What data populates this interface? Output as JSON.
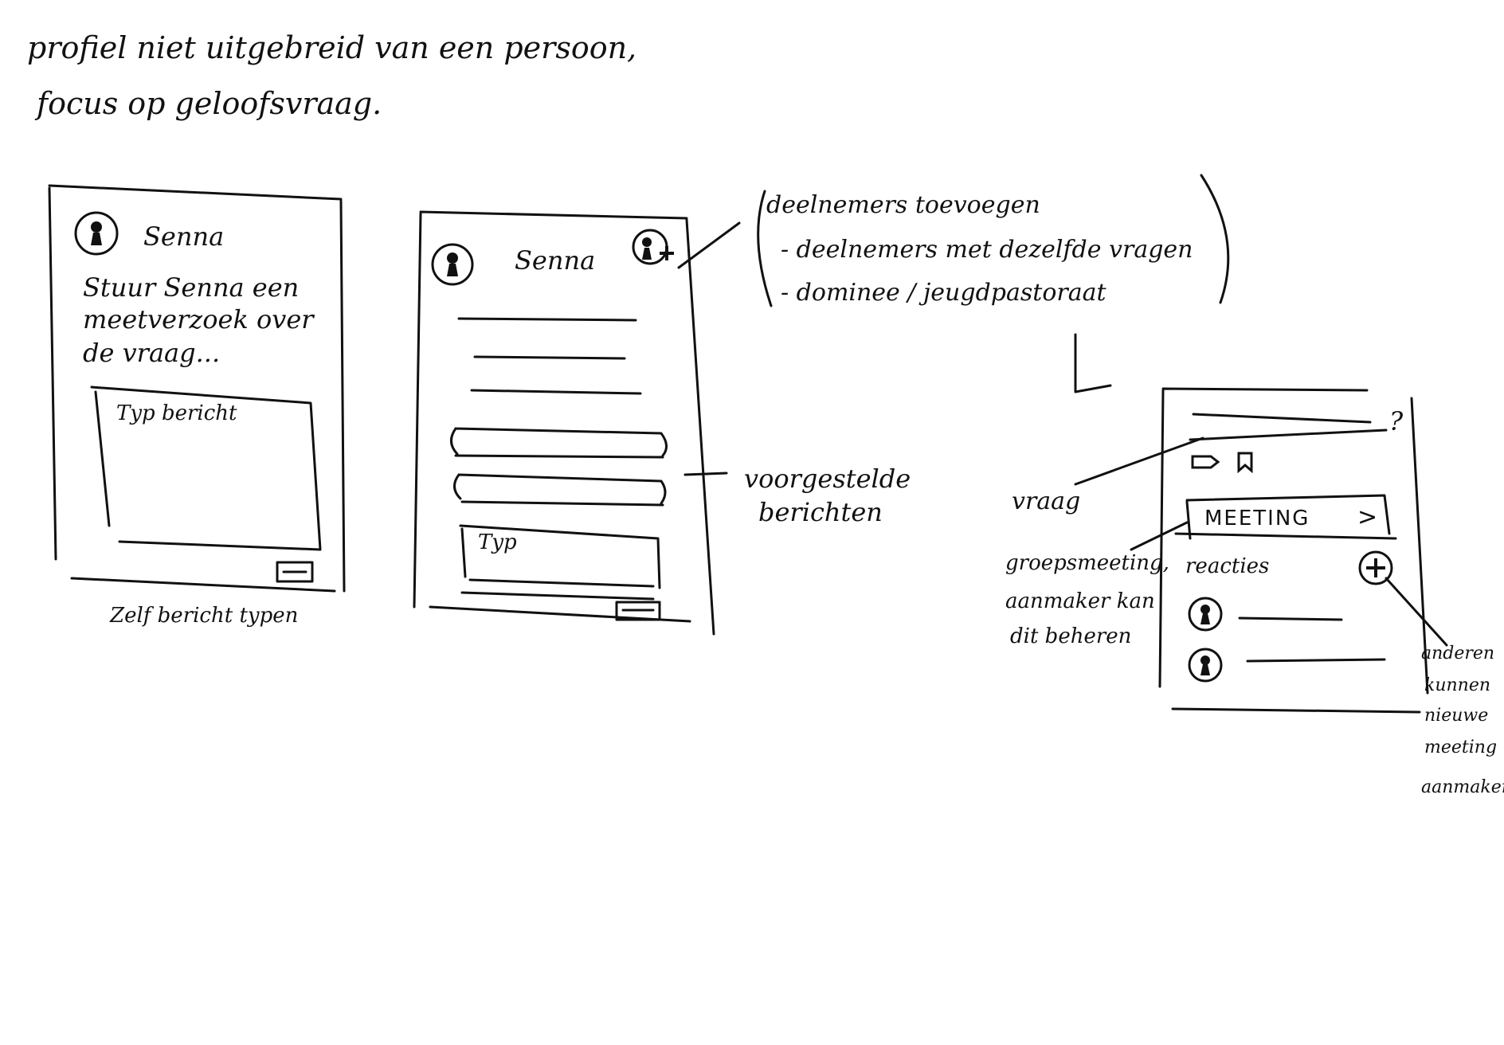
{
  "header": {
    "line1": "profiel niet uitgebreid van een persoon,",
    "line2": "focus op geloofsvraag."
  },
  "sketch1": {
    "name": "Senna",
    "prompt_line1": "Stuur Senna een",
    "prompt_line2": "meetverzoek over",
    "prompt_line3": "de vraag...",
    "input_placeholder": "Typ bericht",
    "caption": "Zelf bericht typen"
  },
  "sketch2": {
    "name": "Senna",
    "input_placeholder": "Typ",
    "note_suggested_line1": "voorgestelde",
    "note_suggested_line2": "berichten"
  },
  "participants_note": {
    "title": "deelnemers toevoegen",
    "item1": "- deelnemers met dezelfde vragen",
    "item2": "- dominee / jeugdpastoraat"
  },
  "sketch3": {
    "question_mark": "?",
    "meeting_label": "MEETING",
    "meeting_chevron": ">",
    "reactions_label": "reacties",
    "note_question": "vraag",
    "note_group_line1": "groepsmeeting,",
    "note_group_line2": "aanmaker kan",
    "note_group_line3": "dit beheren",
    "note_add_line1": "anderen",
    "note_add_line2": "kunnen",
    "note_add_line3": "nieuwe",
    "note_add_line4": "meeting",
    "note_add_line5": "aanmaken"
  },
  "icons": {
    "avatar": "avatar-icon",
    "add_user": "add-user-icon",
    "send": "send-icon",
    "share": "share-icon",
    "bookmark": "bookmark-icon",
    "plus": "plus-circle-icon",
    "chevron": "chevron-right-icon"
  }
}
